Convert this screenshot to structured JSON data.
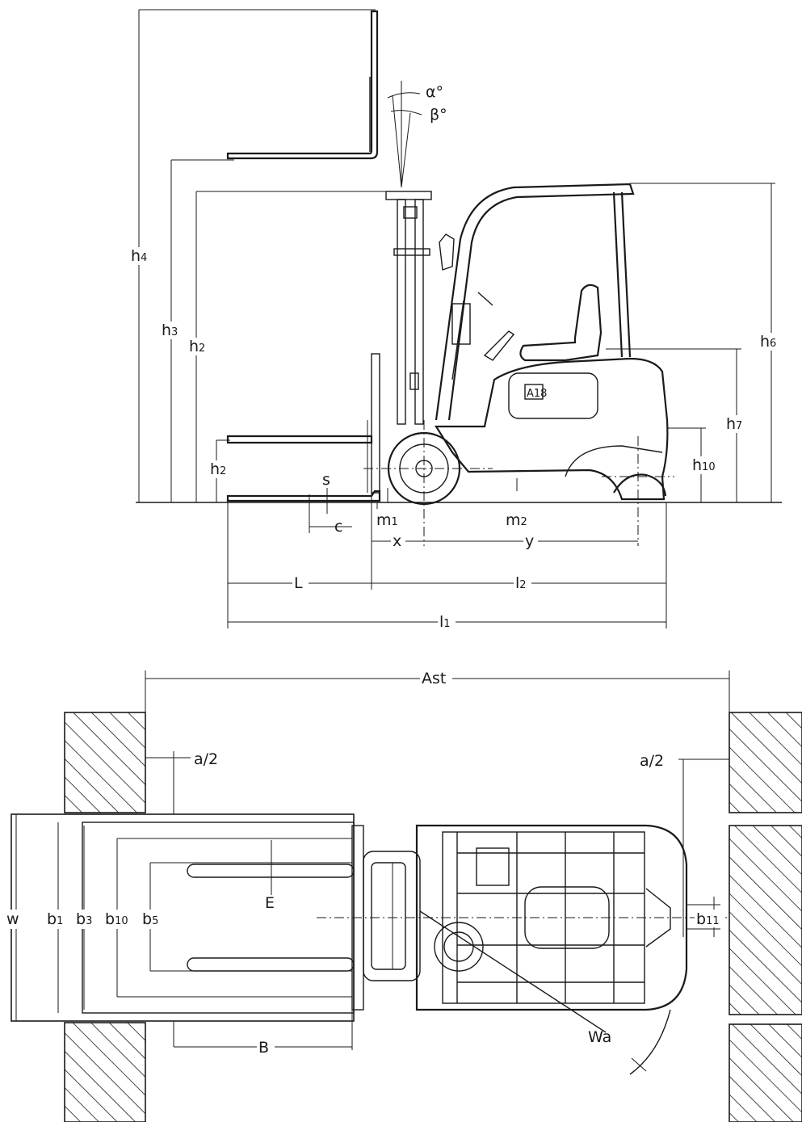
{
  "side_view": {
    "labels": {
      "h4": [
        "h",
        "4"
      ],
      "h3": [
        "h",
        "3"
      ],
      "h2_top": [
        "h",
        "2"
      ],
      "h2_low": [
        "h",
        "2"
      ],
      "h6": [
        "h",
        "6"
      ],
      "h7": [
        "h",
        "7"
      ],
      "h10": [
        "h",
        "10"
      ],
      "alpha": "α°",
      "beta": "β°",
      "s": "s",
      "c": "c",
      "m1": [
        "m",
        "1"
      ],
      "m2": [
        "m",
        "2"
      ],
      "x": "x",
      "y": "y",
      "L": "L",
      "l2": [
        "l",
        "2"
      ],
      "l1": [
        "l",
        "1"
      ]
    },
    "truck_badge": "A18"
  },
  "top_view": {
    "labels": {
      "Ast": "Ast",
      "a2_left": "a/2",
      "a2_right": "a/2",
      "w": "w",
      "b1": [
        "b",
        "1"
      ],
      "b3": [
        "b",
        "3"
      ],
      "b10": [
        "b",
        "10"
      ],
      "b5": [
        "b",
        "5"
      ],
      "E": "E",
      "b11": [
        "b",
        "11"
      ],
      "B": "B",
      "Wa": "Wa"
    }
  }
}
